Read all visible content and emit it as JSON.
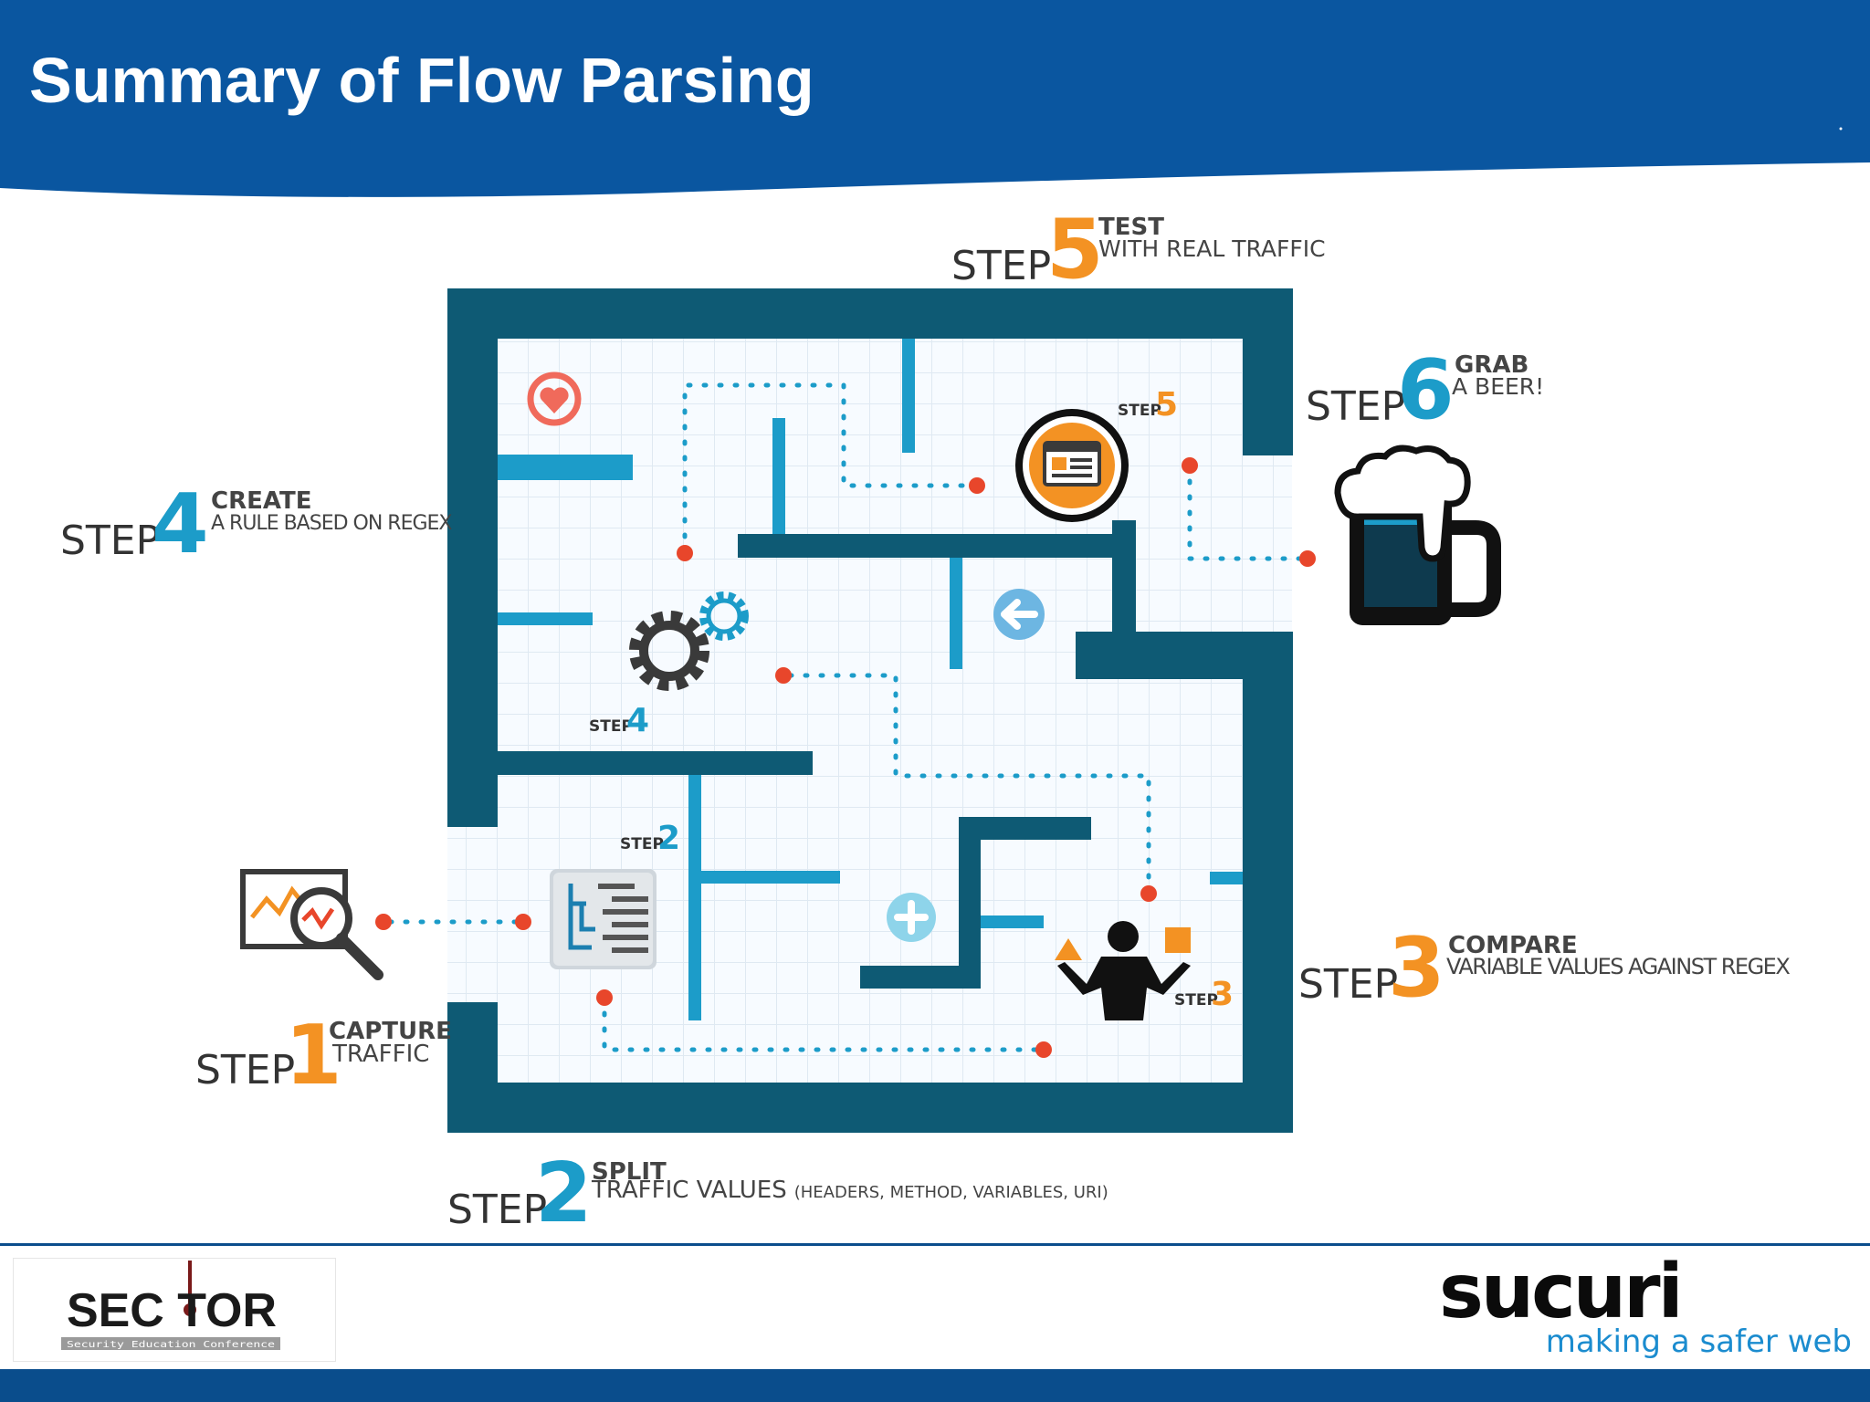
{
  "slide": {
    "title": "Summary of Flow Parsing"
  },
  "colors": {
    "header_blue": "#0a56a0",
    "wall_teal": "#0e5a74",
    "accent_blue": "#1c9cc9",
    "step_orange": "#f39223",
    "dot_red": "#e8462b",
    "grid_line": "#dfe9f2",
    "text_dark": "#333333"
  },
  "steps": [
    {
      "word": "STEP",
      "number": "1",
      "line1": "CAPTURE",
      "line2": "TRAFFIC"
    },
    {
      "word": "STEP",
      "number": "2",
      "line1": "SPLIT",
      "line2": "TRAFFIC VALUES",
      "line2_small": "(HEADERS, METHOD, VARIABLES, URI)"
    },
    {
      "word": "STEP",
      "number": "3",
      "line1": "COMPARE",
      "line2": "VARIABLE VALUES AGAINST REGEX"
    },
    {
      "word": "STEP",
      "number": "4",
      "line1": "CREATE",
      "line2": "A RULE BASED ON REGEX"
    },
    {
      "word": "STEP",
      "number": "5",
      "line1": "TEST",
      "line2": "WITH REAL TRAFFIC"
    },
    {
      "word": "STEP",
      "number": "6",
      "line1": "GRAB",
      "line2": "A BEER!"
    }
  ],
  "maze_markers": [
    {
      "word": "STEP",
      "number": "2"
    },
    {
      "word": "STEP",
      "number": "3"
    },
    {
      "word": "STEP",
      "number": "4"
    },
    {
      "word": "STEP",
      "number": "5"
    }
  ],
  "icons": {
    "capture": "monitor-magnifier-icon",
    "split": "tree-list-icon",
    "compare": "person-juggling-shapes-icon",
    "create_rule": "gears-icon",
    "test": "browser-window-icon",
    "reward": "beer-mug-icon",
    "heart": "heart-icon",
    "back": "arrow-left-icon",
    "plus": "plus-icon"
  },
  "footer": {
    "left_logo": "SEC TOR",
    "left_logo_caption": "Security Education Conference",
    "right_logo": "sucuri",
    "right_tagline": "making a safer web"
  }
}
